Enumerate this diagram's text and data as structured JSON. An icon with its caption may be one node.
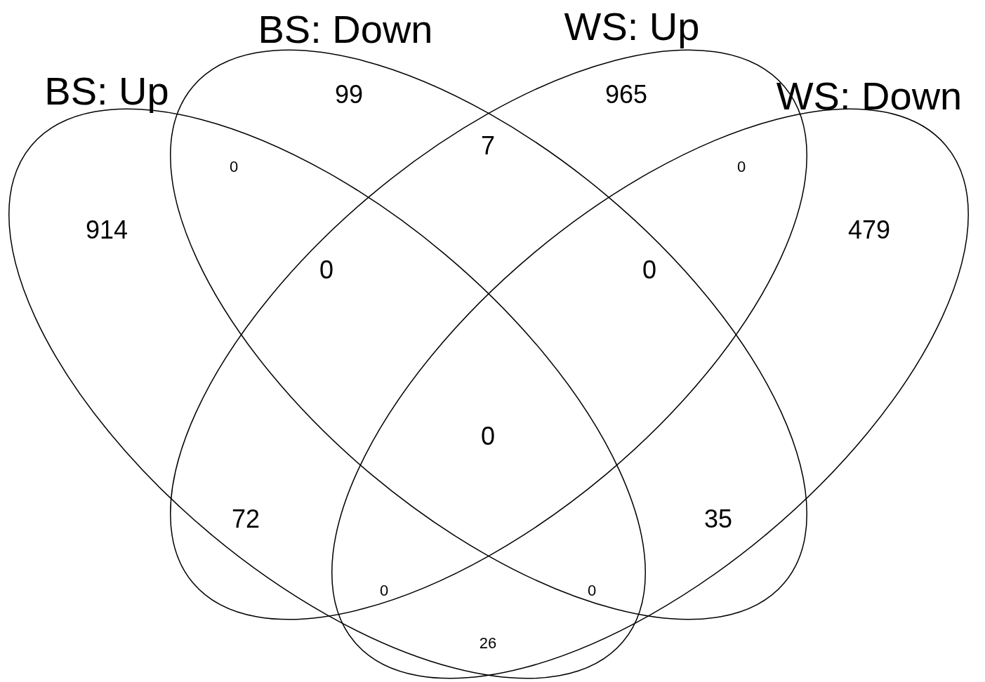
{
  "diagram": {
    "nodes": [
      {
        "text": [
          "BS: Up"
        ]
      },
      {
        "text": [
          "BS: Down"
        ]
      },
      {
        "text": [
          "WS: Up"
        ]
      },
      {
        "text": [
          "WS: Down"
        ]
      }
    ],
    "labels": [
      "99",
      "965",
      "7",
      "0",
      "0",
      "914",
      "479",
      "0",
      "0",
      "0",
      "72",
      "35",
      "0",
      "0",
      "26"
    ]
  }
}
